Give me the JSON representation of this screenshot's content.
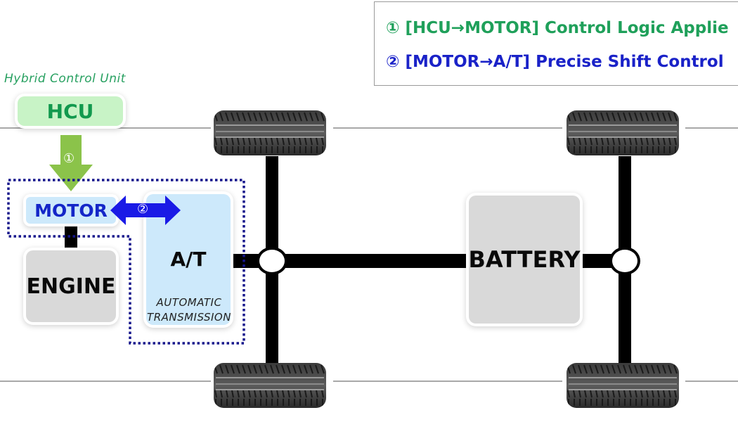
{
  "legend": {
    "line1": "① [HCU→MOTOR] Control Logic Applie",
    "line2": "② [MOTOR→A/T] Precise Shift Control",
    "line1_color": "#1fa05a",
    "line2_color": "#1a22c8"
  },
  "hcu": {
    "caption": "Hybrid Control Unit",
    "label": "HCU"
  },
  "arrows": {
    "step1_marker": "①",
    "step1_color": "#8bc34a",
    "step2_marker": "②",
    "step2_color": "#1a1ae6"
  },
  "components": {
    "motor": "MOTOR",
    "engine": "ENGINE",
    "at": "A/T",
    "at_sub_line1": "AUTOMATIC",
    "at_sub_line2": "TRANSMISSION",
    "battery": "BATTERY"
  },
  "icons": {
    "tire": "tire-icon",
    "joint": "differential-joint-icon"
  }
}
